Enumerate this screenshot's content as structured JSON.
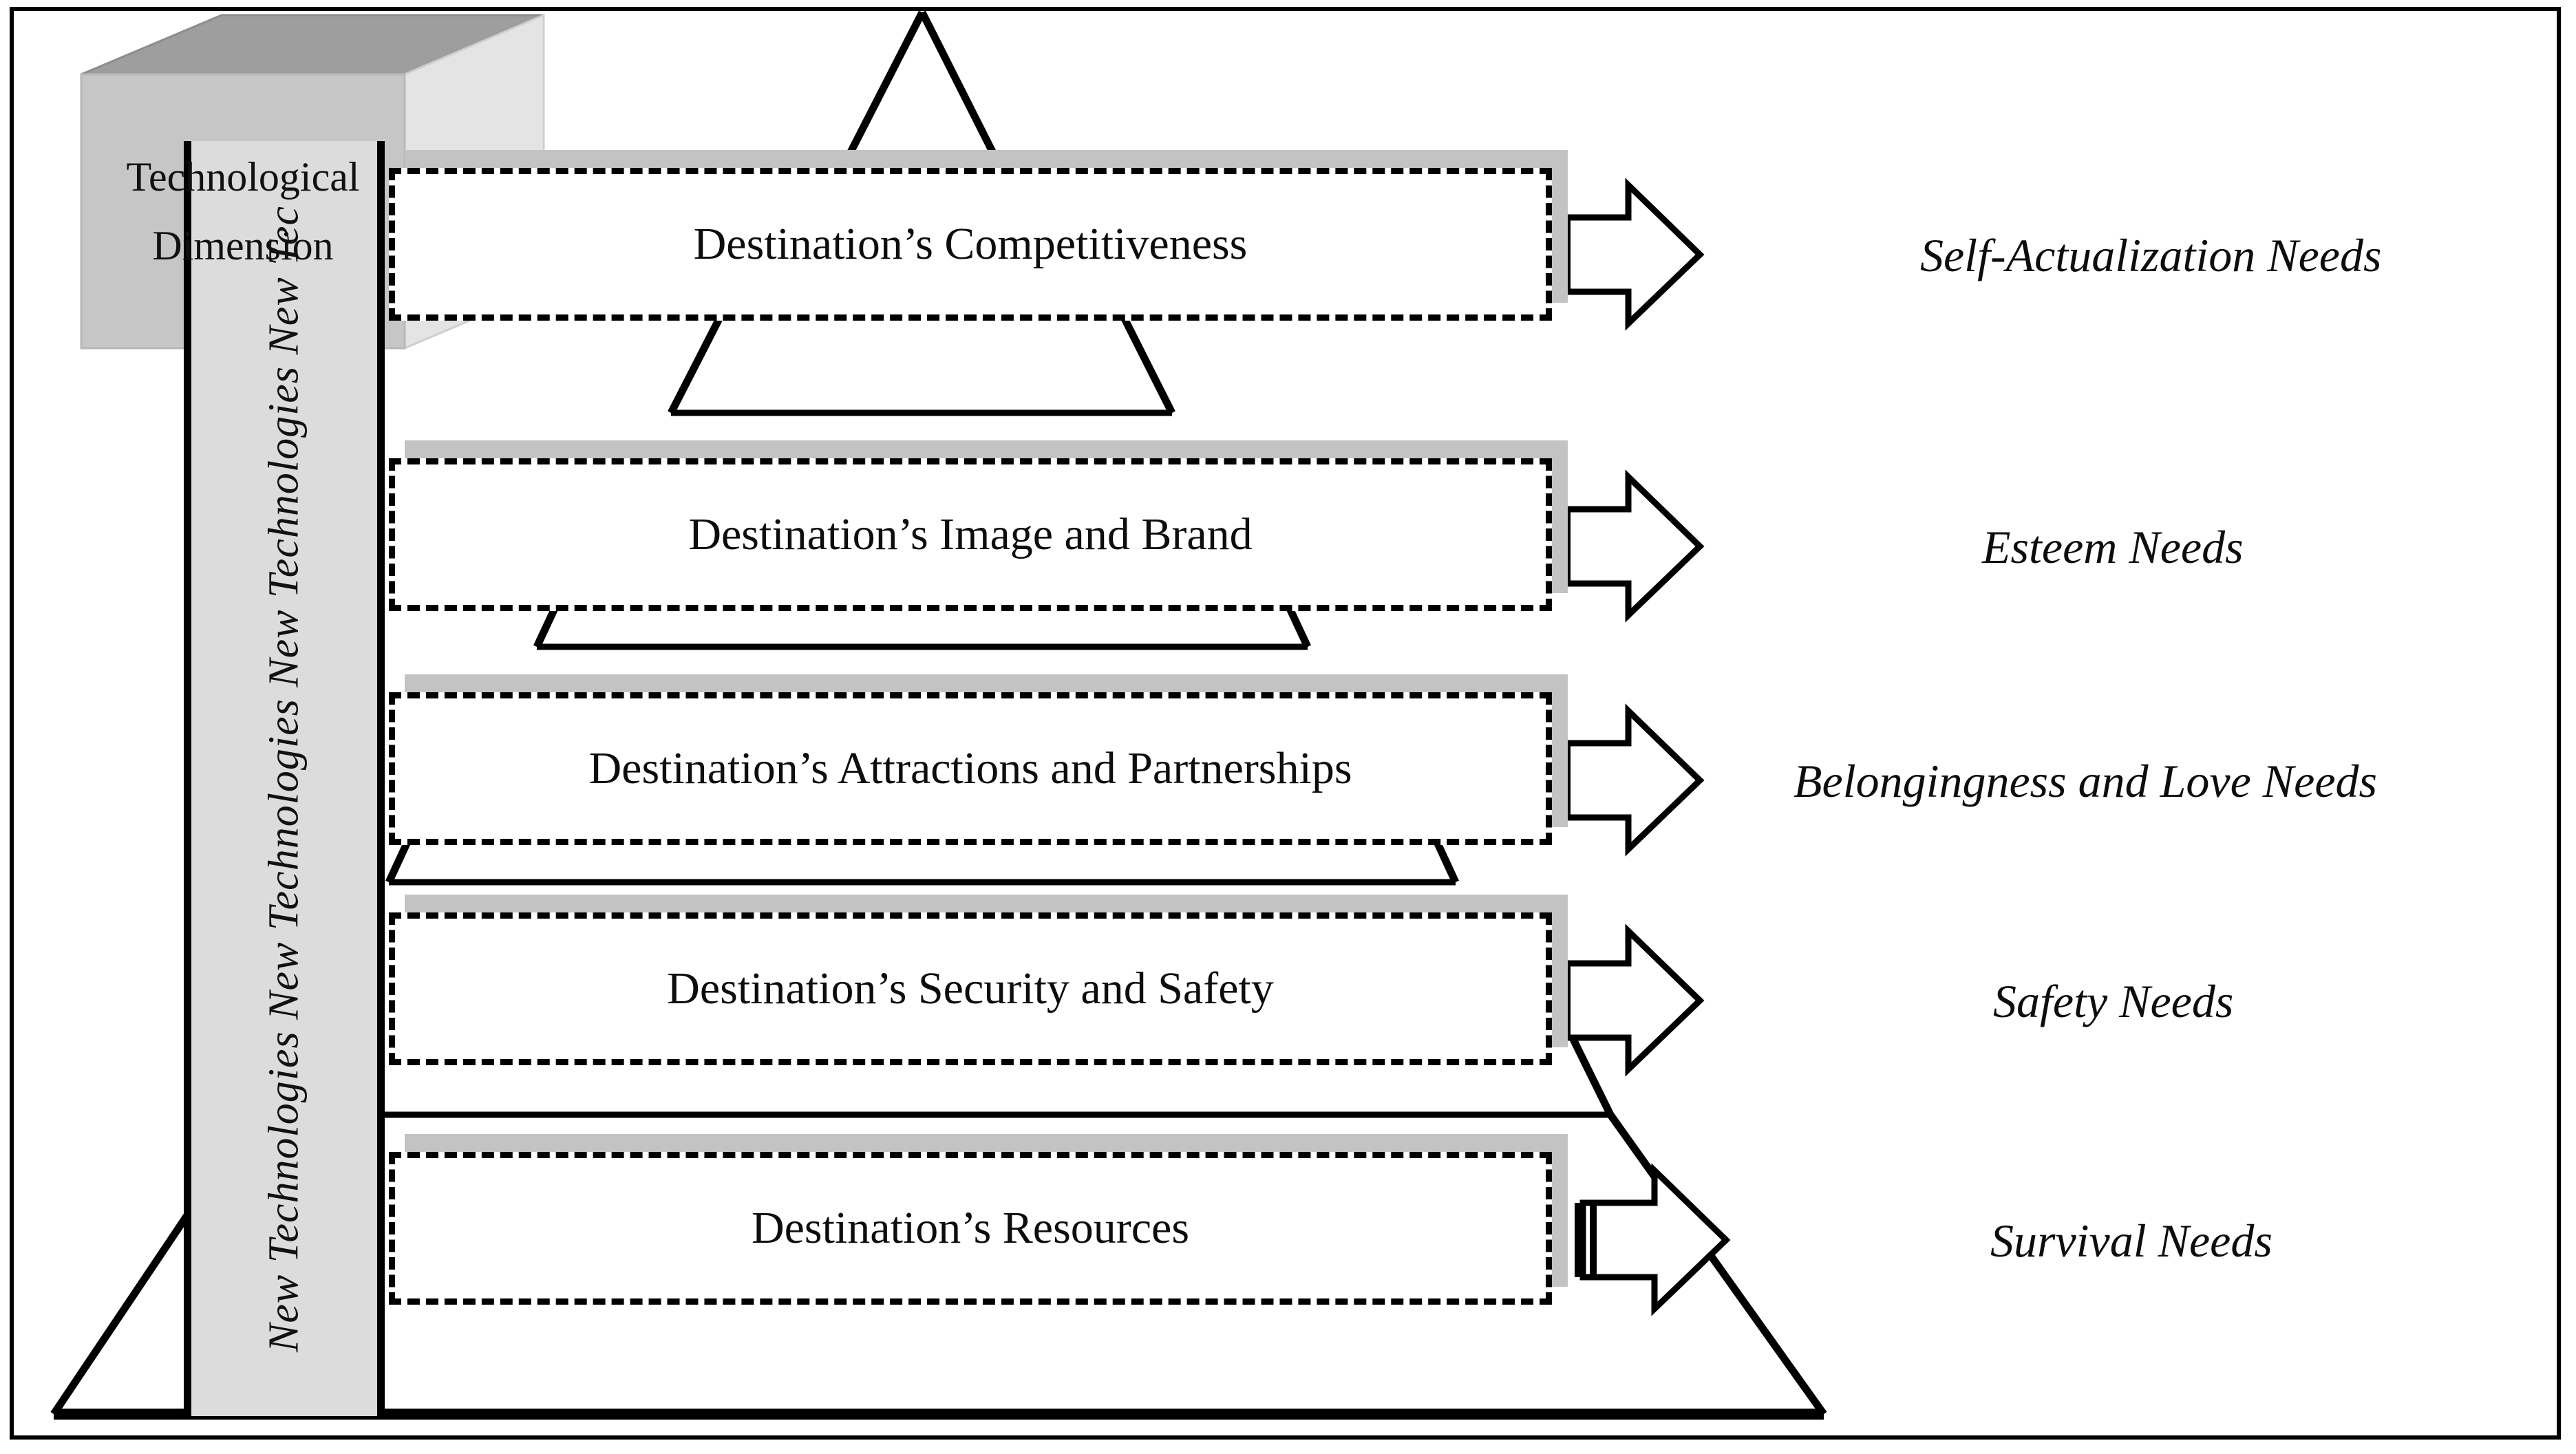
{
  "diagram": {
    "title_block": {
      "line1": "Technological",
      "line2": "Dimension"
    },
    "vertical_band_text": "New Technologies New Technologies New Technologies New Tec",
    "levels": [
      {
        "id": "level-5",
        "box_label": "Destination’s Competitiveness",
        "need_label": "Self-Actualization Needs"
      },
      {
        "id": "level-4",
        "box_label": "Destination’s Image and Brand",
        "need_label": "Esteem Needs"
      },
      {
        "id": "level-3",
        "box_label": "Destination’s Attractions and Partnerships",
        "need_label": "Belongingness and Love Needs"
      },
      {
        "id": "level-2",
        "box_label": "Destination’s Security and Safety",
        "need_label": "Safety Needs"
      },
      {
        "id": "level-1",
        "box_label": "Destination’s Resources",
        "need_label": "Survival Needs"
      }
    ],
    "icons": {
      "arrow": "right-arrow-icon",
      "cube": "cube-icon",
      "pyramid": "pyramid-icon"
    },
    "colors": {
      "stroke": "#000000",
      "box_fill": "#ffffff",
      "shadow": "#c3c3c3",
      "cube_front": "#c6c6c6",
      "cube_top": "#9e9e9e",
      "cube_side": "#e4e4e4",
      "band_fill": "#dcdcdc",
      "background": "#ffffff"
    }
  }
}
